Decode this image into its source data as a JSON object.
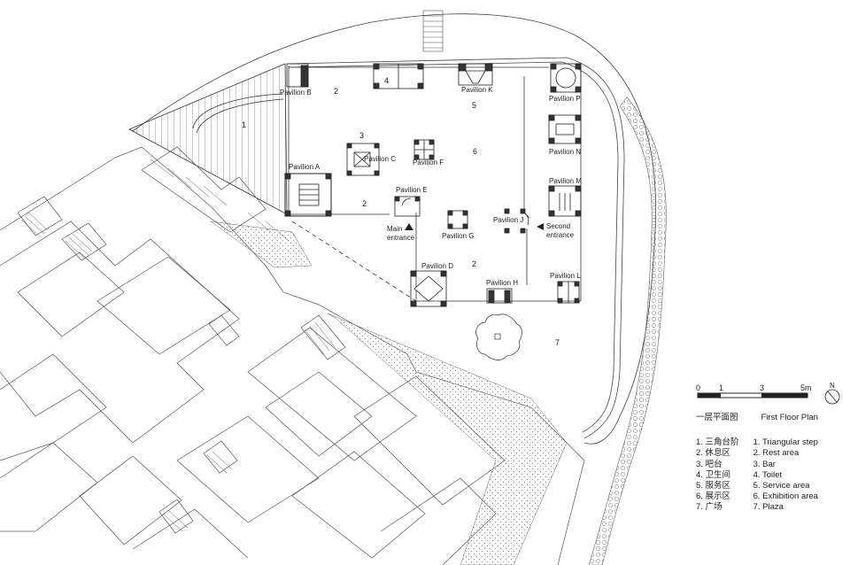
{
  "pavilions": {
    "a": "Pavilion A",
    "b": "Pavilion B",
    "c": "Pavilion C",
    "d": "Pavilion D",
    "e": "Pavilion E",
    "f": "Pavilion F",
    "g": "Pavilion G",
    "h": "Pavilion H",
    "j": "Pavilion J",
    "k": "Pavilion K",
    "l": "Pavilion L",
    "m": "Pavilion M",
    "n": "Pavilion N",
    "p": "Pavilion P"
  },
  "entrances": {
    "main_line1": "Main",
    "main_line2": "entrance",
    "second_line1": "Second",
    "second_line2": "entrance"
  },
  "area_numbers": {
    "triangular_step": "1",
    "rest_top": "2",
    "rest_left": "2",
    "rest_mid": "2",
    "bar": "3",
    "toilet": "4",
    "service": "5",
    "exhibition": "6",
    "plaza": "7"
  },
  "scale": {
    "t0": "0",
    "t1": "1",
    "t3": "3",
    "t5": "5m",
    "north": "N"
  },
  "legend": {
    "title_cn": "一层平面图",
    "title_en": "First Floor Plan",
    "items_cn": [
      "1. 三角台阶",
      "2. 休息区",
      "3. 吧台",
      "4. 卫生间",
      "5. 服务区",
      "6. 展示区",
      "7. 广场"
    ],
    "items_en": [
      "1. Triangular step",
      "2. Rest area",
      "3. Bar",
      "4. Toilet",
      "5. Service area",
      "6. Exhibition area",
      "7. Plaza"
    ]
  }
}
